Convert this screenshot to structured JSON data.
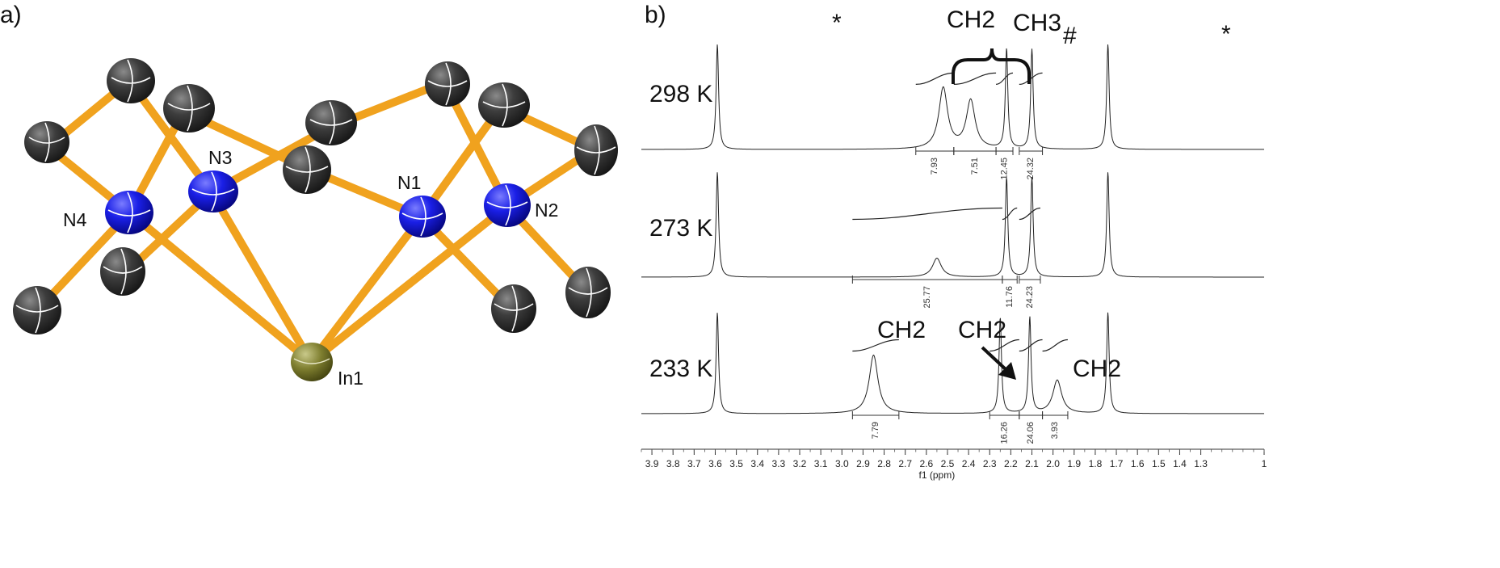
{
  "panel_a": {
    "label": "a)",
    "atoms": {
      "n4": "N4",
      "n3": "N3",
      "n1": "N1",
      "n2": "N2",
      "in1": "In1"
    }
  },
  "panel_b": {
    "label": "b)",
    "chart_data": {
      "type": "line",
      "xlabel": "f1 (ppm)",
      "xlim": [
        3.95,
        1.0
      ],
      "x_ticks": [
        "3.9",
        "3.8",
        "3.7",
        "3.6",
        "3.5",
        "3.4",
        "3.3",
        "3.2",
        "3.1",
        "3.0",
        "2.9",
        "2.8",
        "2.7",
        "2.6",
        "2.5",
        "2.4",
        "2.3",
        "2.2",
        "2.1",
        "2.0",
        "1.9",
        "1.8",
        "1.7",
        "1.6",
        "1.5",
        "1.4",
        "1.3",
        "1"
      ],
      "series": [
        {
          "name": "298 K",
          "peaks": [
            {
              "ppm": 3.59,
              "h": 1.0
            },
            {
              "ppm": 2.52,
              "h": 0.58
            },
            {
              "ppm": 2.39,
              "h": 0.46
            },
            {
              "ppm": 2.22,
              "h": 0.95
            },
            {
              "ppm": 2.1,
              "h": 0.95
            },
            {
              "ppm": 1.74,
              "h": 1.0
            }
          ],
          "integrals": [
            {
              "from": 2.65,
              "to": 2.47,
              "value": "7.93"
            },
            {
              "from": 2.47,
              "to": 2.27,
              "value": "7.51"
            },
            {
              "from": 2.27,
              "to": 2.19,
              "value": "12.45"
            },
            {
              "from": 2.16,
              "to": 2.05,
              "value": "24.32"
            }
          ]
        },
        {
          "name": "273 K",
          "peaks": [
            {
              "ppm": 3.59,
              "h": 1.0
            },
            {
              "ppm": 2.55,
              "h": 0.18
            },
            {
              "ppm": 2.22,
              "h": 0.95
            },
            {
              "ppm": 2.1,
              "h": 0.95
            },
            {
              "ppm": 1.74,
              "h": 1.0
            }
          ],
          "integrals": [
            {
              "from": 2.95,
              "to": 2.24,
              "value": "25.77"
            },
            {
              "from": 2.24,
              "to": 2.17,
              "value": "11.76"
            },
            {
              "from": 2.16,
              "to": 2.06,
              "value": "24.23"
            }
          ]
        },
        {
          "name": "233 K",
          "peaks": [
            {
              "ppm": 3.59,
              "h": 1.0
            },
            {
              "ppm": 2.85,
              "h": 0.58
            },
            {
              "ppm": 2.25,
              "h": 0.95
            },
            {
              "ppm": 2.11,
              "h": 0.95
            },
            {
              "ppm": 1.98,
              "h": 0.33
            },
            {
              "ppm": 1.74,
              "h": 1.0
            }
          ],
          "integrals": [
            {
              "from": 2.95,
              "to": 2.73,
              "value": "7.79"
            },
            {
              "from": 2.3,
              "to": 2.16,
              "value": "16.26"
            },
            {
              "from": 2.16,
              "to": 2.05,
              "value": "24.06"
            },
            {
              "from": 2.05,
              "to": 1.93,
              "value": "3.93"
            }
          ]
        }
      ],
      "annotations": {
        "ch2_top": "CH2",
        "ch3_top": "CH3",
        "hash": "#",
        "star_left": "*",
        "star_right": "*",
        "ch2_233_left": "CH2",
        "ch2_233_mid": "CH2",
        "ch2_233_right": "CH2"
      }
    }
  }
}
